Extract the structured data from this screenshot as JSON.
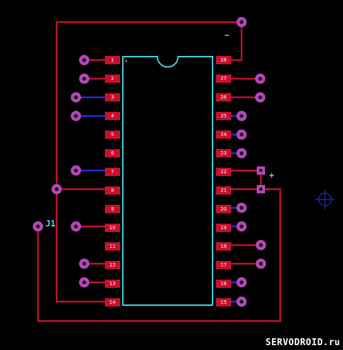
{
  "colors": {
    "background": "#000000",
    "trace_top": "#c8102e",
    "trace_blue": "#1e2fd6",
    "pad": "#c8102e",
    "via": "#b247b7",
    "via_hole": "#000000",
    "outline": "#46d1e0",
    "text": "#ffffff"
  },
  "chip": {
    "left_pins": [
      "1",
      "2",
      "3",
      "4",
      "5",
      "6",
      "7",
      "8",
      "9",
      "10",
      "11",
      "12",
      "13",
      "14"
    ],
    "right_pins": [
      "28",
      "27",
      "26",
      "25",
      "24",
      "23",
      "22",
      "21",
      "20",
      "19",
      "18",
      "17",
      "16",
      "15"
    ],
    "pin1_marker": "•"
  },
  "component_label": "J1",
  "polarity": {
    "minus": "−",
    "plus": "+"
  },
  "crosshair_icon": "crosshair-target-icon",
  "watermark": "SERVODROID.ru"
}
